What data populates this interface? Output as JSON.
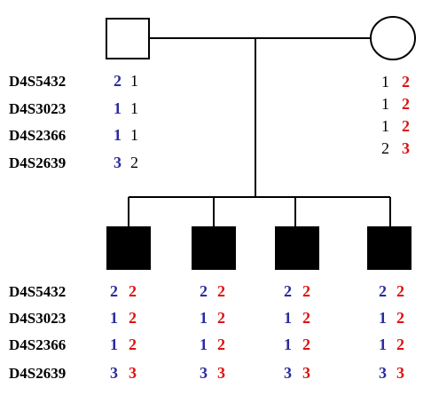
{
  "colors": {
    "line": "#000000",
    "affected_fill": "#000000",
    "unaffected_fill": "#ffffff",
    "allele_blue": "#2b2b9f",
    "allele_red": "#e01010",
    "allele_black": "#000000"
  },
  "markers": [
    "D4S5432",
    "D4S3023",
    "D4S2366",
    "D4S2639"
  ],
  "father": {
    "sex": "male",
    "affected": false,
    "haplotype": [
      {
        "a": "2",
        "b": "1"
      },
      {
        "a": "1",
        "b": "1"
      },
      {
        "a": "1",
        "b": "1"
      },
      {
        "a": "3",
        "b": "2"
      }
    ]
  },
  "mother": {
    "sex": "female",
    "affected": false,
    "haplotype": [
      {
        "a": "1",
        "b": "2"
      },
      {
        "a": "1",
        "b": "2"
      },
      {
        "a": "1",
        "b": "2"
      },
      {
        "a": "2",
        "b": "3"
      }
    ]
  },
  "children": [
    {
      "sex": "male",
      "affected": true,
      "haplotype": [
        {
          "a": "2",
          "b": "2"
        },
        {
          "a": "1",
          "b": "2"
        },
        {
          "a": "1",
          "b": "2"
        },
        {
          "a": "3",
          "b": "3"
        }
      ]
    },
    {
      "sex": "male",
      "affected": true,
      "haplotype": [
        {
          "a": "2",
          "b": "2"
        },
        {
          "a": "1",
          "b": "2"
        },
        {
          "a": "1",
          "b": "2"
        },
        {
          "a": "3",
          "b": "3"
        }
      ]
    },
    {
      "sex": "male",
      "affected": true,
      "haplotype": [
        {
          "a": "2",
          "b": "2"
        },
        {
          "a": "1",
          "b": "2"
        },
        {
          "a": "1",
          "b": "2"
        },
        {
          "a": "3",
          "b": "3"
        }
      ]
    },
    {
      "sex": "male",
      "affected": true,
      "haplotype": [
        {
          "a": "2",
          "b": "2"
        },
        {
          "a": "1",
          "b": "2"
        },
        {
          "a": "1",
          "b": "2"
        },
        {
          "a": "3",
          "b": "3"
        }
      ]
    }
  ]
}
